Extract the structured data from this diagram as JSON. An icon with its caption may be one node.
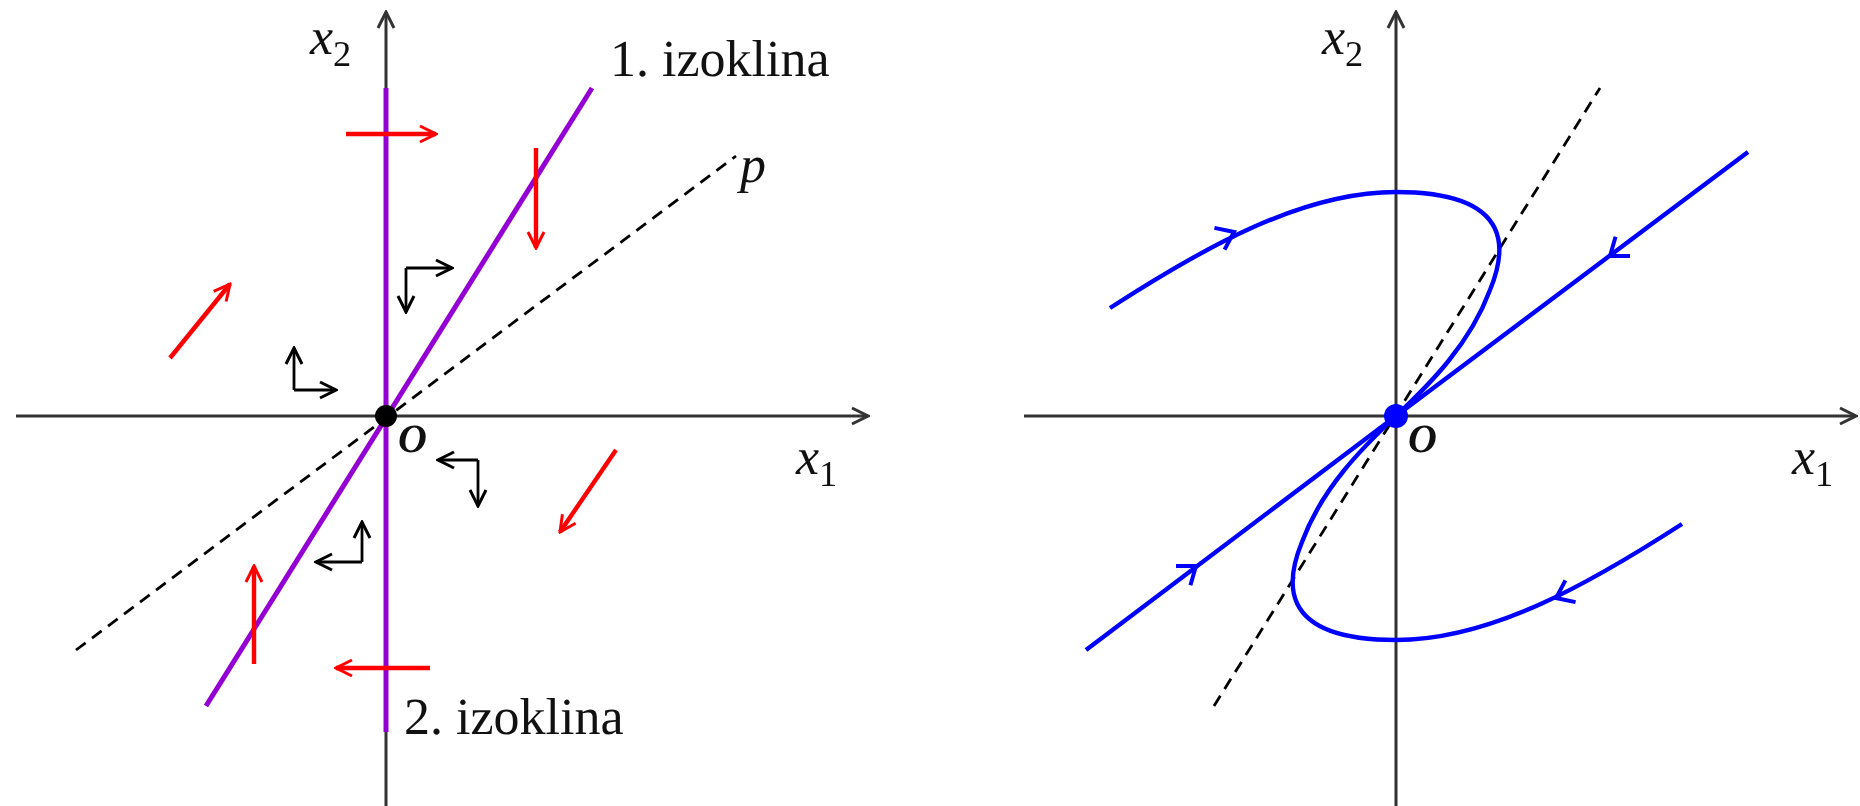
{
  "diagram": {
    "labels": [
      "*x*$_{2}$",
      "1. izoklina",
      "*p*",
      "O",
      "*x*$_{1}$",
      "2. izoklina",
      "*x*$_{2}$",
      "O",
      "*x*$_{1}$"
    ]
  }
}
